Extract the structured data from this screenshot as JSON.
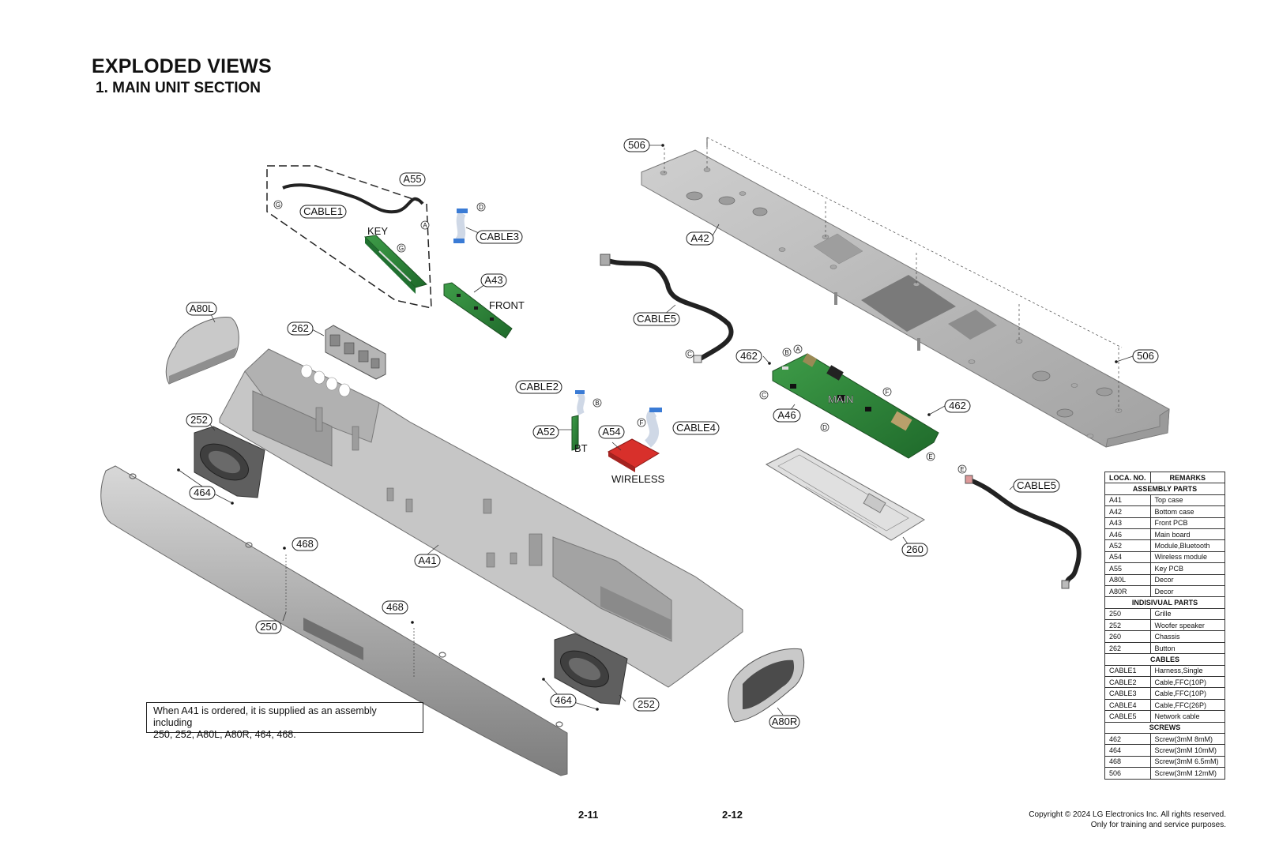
{
  "header": {
    "title": "EXPLODED VIEWS",
    "subtitle": "1. MAIN UNIT SECTION"
  },
  "callouts": {
    "c506a": "506",
    "a42": "A42",
    "cable5a": "CABLE5",
    "c462a": "462",
    "c506b": "506",
    "a46": "A46",
    "c462b": "462",
    "c260": "260",
    "cable5b": "CABLE5",
    "a55": "A55",
    "cable1": "CABLE1",
    "cable3": "CABLE3",
    "a43": "A43",
    "a80l": "A80L",
    "c262": "262",
    "c252a": "252",
    "c464a": "464",
    "cable2": "CABLE2",
    "a52": "A52",
    "a54": "A54",
    "cable4": "CABLE4",
    "c468a": "468",
    "a41": "A41",
    "c468b": "468",
    "c250": "250",
    "c464b": "464",
    "c252b": "252",
    "a80r": "A80R"
  },
  "labels": {
    "key": "KEY",
    "front": "FRONT",
    "bt": "BT",
    "wireless": "WIRELESS",
    "main": "MAIN"
  },
  "connector_letters": {
    "g1": "G",
    "a1": "A",
    "g2": "G",
    "d1": "D",
    "c1": "C",
    "b1": "B",
    "a2": "A",
    "c2": "C",
    "f1": "F",
    "d2": "D",
    "e1": "E",
    "e2": "E",
    "b2": "B",
    "f2": "F"
  },
  "note": {
    "line1": "When A41 is ordered, it is supplied as an assembly including",
    "line2": "250, 252, A80L, A80R, 464, 468."
  },
  "parts_table": {
    "col1": "LOCA. NO.",
    "col2": "REMARKS",
    "sections": [
      {
        "title": "ASSEMBLY PARTS",
        "rows": [
          [
            "A41",
            "Top case"
          ],
          [
            "A42",
            "Bottom case"
          ],
          [
            "A43",
            "Front PCB"
          ],
          [
            "A46",
            "Main board"
          ],
          [
            "A52",
            "Module,Bluetooth"
          ],
          [
            "A54",
            "Wireless module"
          ],
          [
            "A55",
            "Key PCB"
          ],
          [
            "A80L",
            "Decor"
          ],
          [
            "A80R",
            "Decor"
          ]
        ]
      },
      {
        "title": "INDISIVUAL PARTS",
        "rows": [
          [
            "250",
            "Grille"
          ],
          [
            "252",
            "Woofer speaker"
          ],
          [
            "260",
            "Chassis"
          ],
          [
            "262",
            "Button"
          ]
        ]
      },
      {
        "title": "CABLES",
        "rows": [
          [
            "CABLE1",
            "Harness,Single"
          ],
          [
            "CABLE2",
            "Cable,FFC(10P)"
          ],
          [
            "CABLE3",
            "Cable,FFC(10P)"
          ],
          [
            "CABLE4",
            "Cable,FFC(26P)"
          ],
          [
            "CABLE5",
            "Network cable"
          ]
        ]
      },
      {
        "title": "SCREWS",
        "rows": [
          [
            "462",
            "Screw(3mM 8mM)"
          ],
          [
            "464",
            "Screw(3mM 10mM)"
          ],
          [
            "468",
            "Screw(3mM 6.5mM)"
          ],
          [
            "506",
            "Screw(3mM 12mM)"
          ]
        ]
      }
    ]
  },
  "footer": {
    "page_left": "2-11",
    "page_right": "2-12",
    "copyright": "Copyright © 2024 LG Electronics Inc. All rights reserved.",
    "training": "Only for training and service purposes."
  },
  "colors": {
    "plastic": "#b9b9b9",
    "plastic_dark": "#8c8c8c",
    "pcb": "#2f8a3a",
    "wireless_pcb": "#d8302b",
    "cable": "#222222"
  }
}
